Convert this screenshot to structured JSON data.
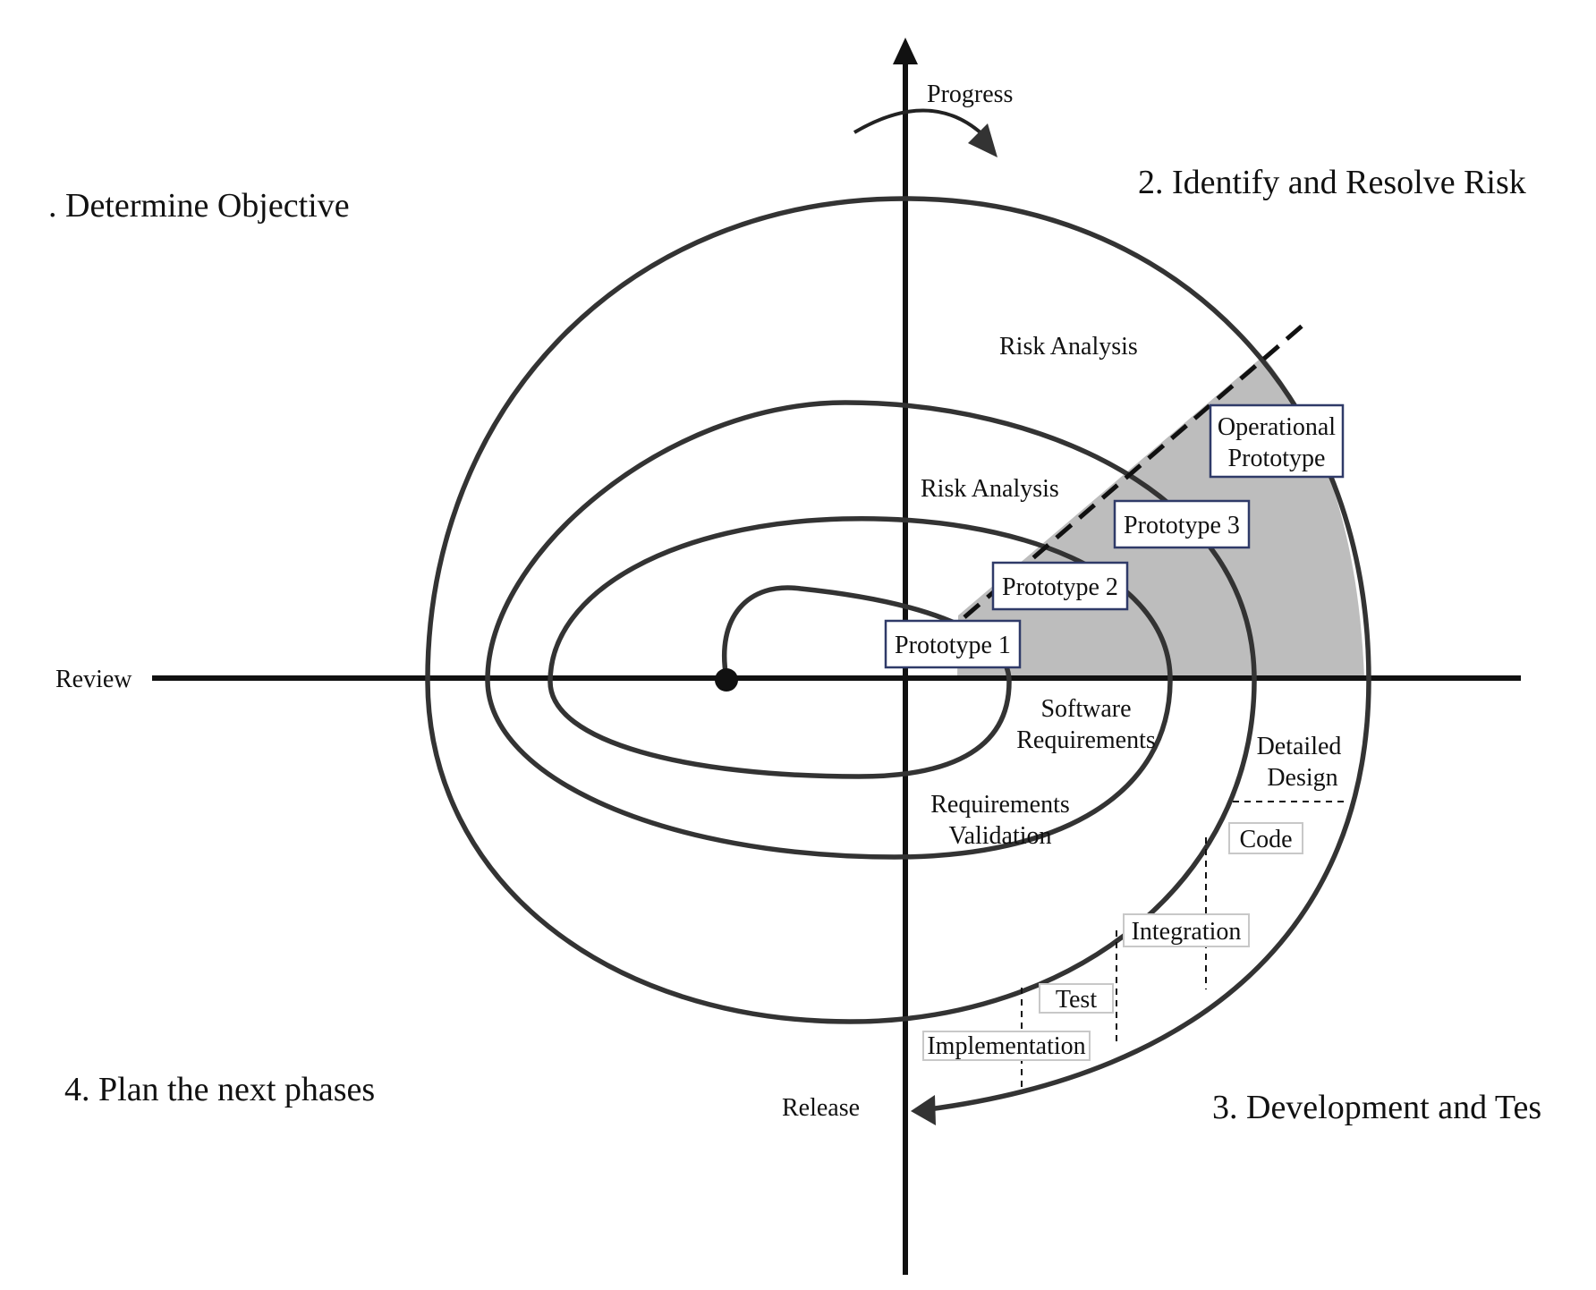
{
  "quadrants": {
    "q1": ". Determine Objective",
    "q2": "2. Identify and Resolve Risk",
    "q3": "3. Development and Tes",
    "q4": "4. Plan the next phases"
  },
  "axes": {
    "progress": "Progress",
    "review": "Review",
    "release": "Release"
  },
  "labels": {
    "risk_analysis_outer": "Risk Analysis",
    "risk_analysis_inner": "Risk Analysis",
    "software_requirements_line1": "Software",
    "software_requirements_line2": "Requirements",
    "requirements_validation_line1": "Requirements",
    "requirements_validation_line2": "Validation",
    "detailed_design_line1": "Detailed",
    "detailed_design_line2": "Design"
  },
  "prototypes": {
    "p1": "Prototype 1",
    "p2": "Prototype 2",
    "p3": "Prototype 3",
    "operational_line1": "Operational",
    "operational_line2": "Prototype"
  },
  "phases": {
    "code": "Code",
    "integration": "Integration",
    "test": "Test",
    "implementation": "Implementation"
  },
  "colors": {
    "shade": "#bdbdbd",
    "ink": "#111111",
    "box_border": "#2f3a68"
  }
}
